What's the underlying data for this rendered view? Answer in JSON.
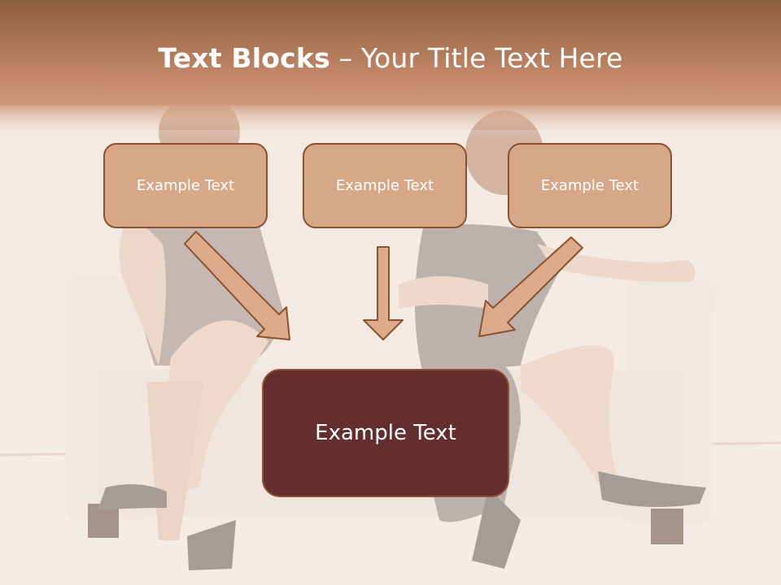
{
  "title": {
    "bold": "Text Blocks",
    "dash": " – ",
    "rest": "Your Title Text Here"
  },
  "top_boxes": [
    "Example Text",
    "Example Text",
    "Example Text"
  ],
  "bottom_box": "Example Text",
  "colors": {
    "header_top": "#8c5e3e",
    "header_bottom": "#c4896a",
    "box_fill": "#d6a887",
    "box_border": "#8a5230",
    "bottom_box_fill": "#652e2e",
    "arrow_fill": "#dcab8c"
  }
}
